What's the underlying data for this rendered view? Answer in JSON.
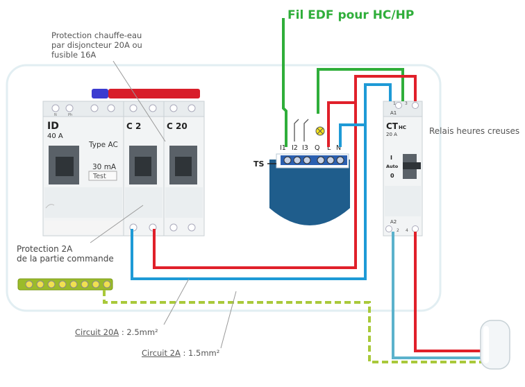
{
  "title": "Fil EDF pour HC/HP",
  "annotations": {
    "chauffe_eau_1": "Protection chauffe-eau",
    "chauffe_eau_2": "par disjoncteur 20A ou",
    "chauffe_eau_3": "fusible 16A",
    "commande_1": "Protection 2A",
    "commande_2": "de la partie commande",
    "relais": "Relais heures creuses",
    "circuit20_name": "Circuit 20A",
    "circuit20_size": ":  2.5mm²",
    "circuit2_name": "Circuit 2A",
    "circuit2_size": ":  1.5mm²"
  },
  "breakers": {
    "id_name": "ID",
    "id_rating": "40 A",
    "id_type": "Type AC",
    "id_sens": "30 mA",
    "id_test": "Test",
    "c2": "C 2",
    "c20": "C 20",
    "terminal_n": "N",
    "terminal_ph": "Ph"
  },
  "module": {
    "ts": "TS",
    "terminals": [
      "I1",
      "I2",
      "I3",
      "Q",
      "L",
      "N"
    ]
  },
  "contactor": {
    "name": "CT",
    "sub": "HC",
    "rating": "20 A",
    "a1": "A1",
    "a2": "A2",
    "t1": "1",
    "t3": "3",
    "t2": "2",
    "t4": "4",
    "mode_i": "I",
    "mode_auto": "Auto",
    "mode_0": "0"
  },
  "colors": {
    "red": "#e0202a",
    "blue": "#1e9ad6",
    "green": "#2fae3a",
    "earth": "#a9c93a",
    "module": "#1f5d8c",
    "title": "#2fae3a"
  }
}
